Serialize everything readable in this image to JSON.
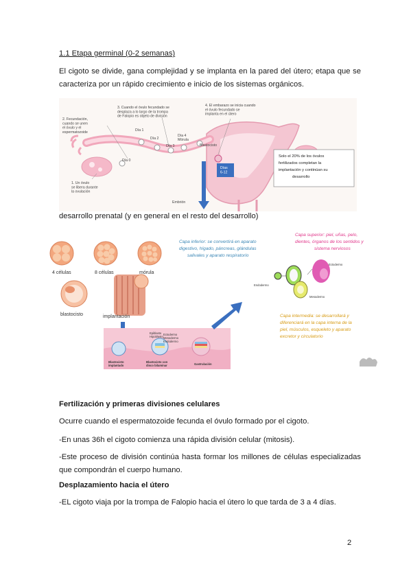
{
  "heading": "1.1 Etapa germinal (0-2 semanas)",
  "intro": "El cigoto se divide, gana complejidad y se implanta en la pared del útero; etapa que se caracteriza por un rápido crecimiento e inicio de los sistemas orgánicos.",
  "figure1": {
    "labels": {
      "step1": [
        "1. Un óvulo",
        "se libera durante",
        "la ovulación"
      ],
      "step2": [
        "2. Fecundación,",
        "cuando se unen",
        "el óvulo y el",
        "espermatozoide"
      ],
      "step3": [
        "3. Cuando el óvulo fecundado se",
        "desplaza a lo largo de la trompa",
        "de Falopio es objeto de división"
      ],
      "step4": [
        "4. El embarazo se inicia cuando",
        "el óvulo fecundado se",
        "implanta en el útero"
      ],
      "dia0": "Día 0",
      "dia1": "Día 1",
      "dia2": "Día 2",
      "dia3": "Día 3",
      "dia4": "Día 4",
      "morula": "Mórula",
      "blastocisto": "Blastocisto",
      "dias612": [
        "Días",
        "6-12"
      ],
      "embrion": "Embrión"
    },
    "note": [
      "Solo el 20% de los óvulos",
      "fertilizados completan la",
      "implantación y continúan su",
      "desarrollo"
    ]
  },
  "caption_line": "desarrollo prenatal (y en general en el resto del desarrollo)",
  "figure2": {
    "cells": [
      "4 células",
      "8 células",
      "mórula",
      "blastocisto",
      "implantación"
    ],
    "capa_inferior": [
      "Capa inferior: se convertirá en aparato",
      "digestivo, hígado, páncreas, glándulas",
      "salivales y aparato respiratorio"
    ],
    "capa_superior": [
      "Capa superior: piel, uñas, pelo,",
      "dientes, órganos de los sentidos y",
      "sistema nerviosos"
    ],
    "capa_intermedia": [
      "Capa intermedia: se desarrollará y",
      "diferenciará en la capa interna de la",
      "piel, músculos, esqueleto y aparato",
      "excretor y circulatorio"
    ],
    "layers": {
      "ectodermo": "Ectodermo",
      "endodermo": "Endodermo",
      "mesodermo": "Mesodermo"
    },
    "strip": {
      "blastocisto_implantado": [
        "Blastocisto",
        "implantado"
      ],
      "disco": [
        "Blastocisto con",
        "disco bilaminar"
      ],
      "gastrulacion": "Gastrulación",
      "epiblasto": "Epiblasto",
      "hipoblasto": "Hipoblasto",
      "ecto": "Ectodermo",
      "meso": "Mesodermo",
      "endo": "Endodermo"
    }
  },
  "section1": {
    "title": "Fertilización y primeras divisiones celulares",
    "p1": "Ocurre cuando el espermatozoide fecunda el óvulo formado por el cigoto.",
    "p2": "-En unas 36h el cigoto comienza una rápida división celular (mitosis).",
    "p3": "-Este proceso de división continúa hasta formar los millones de células especializadas que compondrán el cuerpo humano."
  },
  "section2": {
    "title": "Desplazamiento hacia el útero",
    "p1": "-EL cigoto viaja por la trompa de Falopio hacia el útero lo que tarda de 3 a 4 días."
  },
  "page_number": "2",
  "colors": {
    "blue_arrow": "#3a6fbf",
    "pink_tissue": "#f1b7c8",
    "capa_inferior": "#3a86b5",
    "capa_superior": "#e0368a",
    "capa_intermedia": "#d79a12"
  }
}
